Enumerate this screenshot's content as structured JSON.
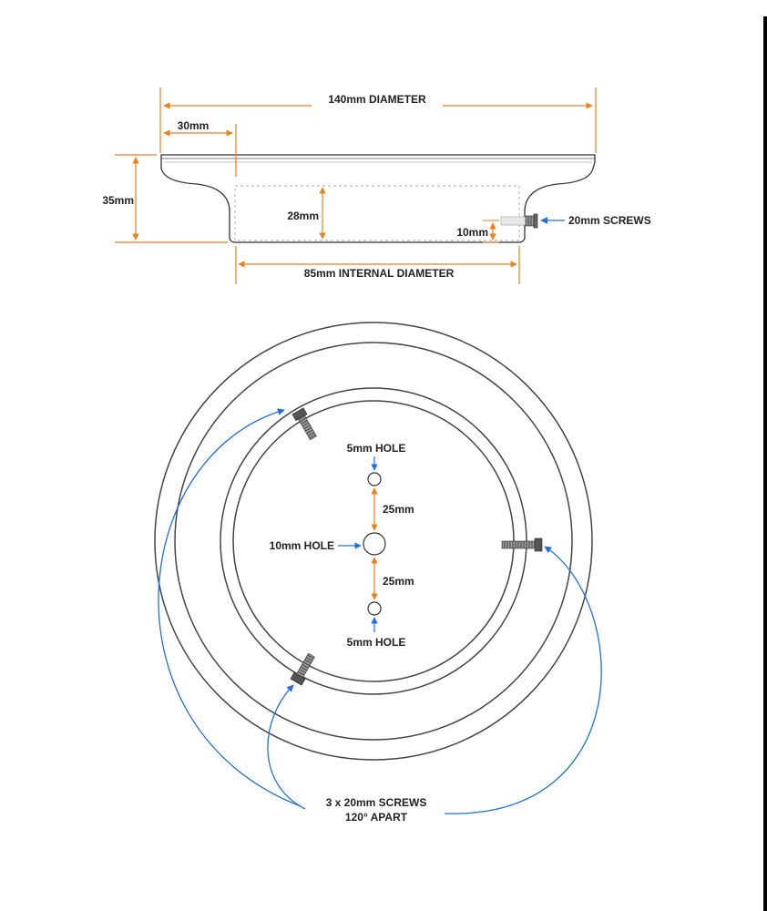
{
  "side_view": {
    "overall_diameter": "140mm DIAMETER",
    "rim_width": "30mm",
    "height": "35mm",
    "cup_depth": "28mm",
    "screw_height": "10mm",
    "screw_callout": "20mm SCREWS",
    "internal_diameter": "85mm INTERNAL DIAMETER"
  },
  "top_view": {
    "top_hole": "5mm HOLE",
    "center_hole": "10mm HOLE",
    "bottom_hole": "5mm HOLE",
    "upper_spacing": "25mm",
    "lower_spacing": "25mm",
    "screws_note_line1": "3 x 20mm SCREWS",
    "screws_note_line2": "120° APART"
  },
  "colors": {
    "dimension": "#F07F14",
    "callout": "#1E6FE0",
    "outline": "#333333"
  }
}
